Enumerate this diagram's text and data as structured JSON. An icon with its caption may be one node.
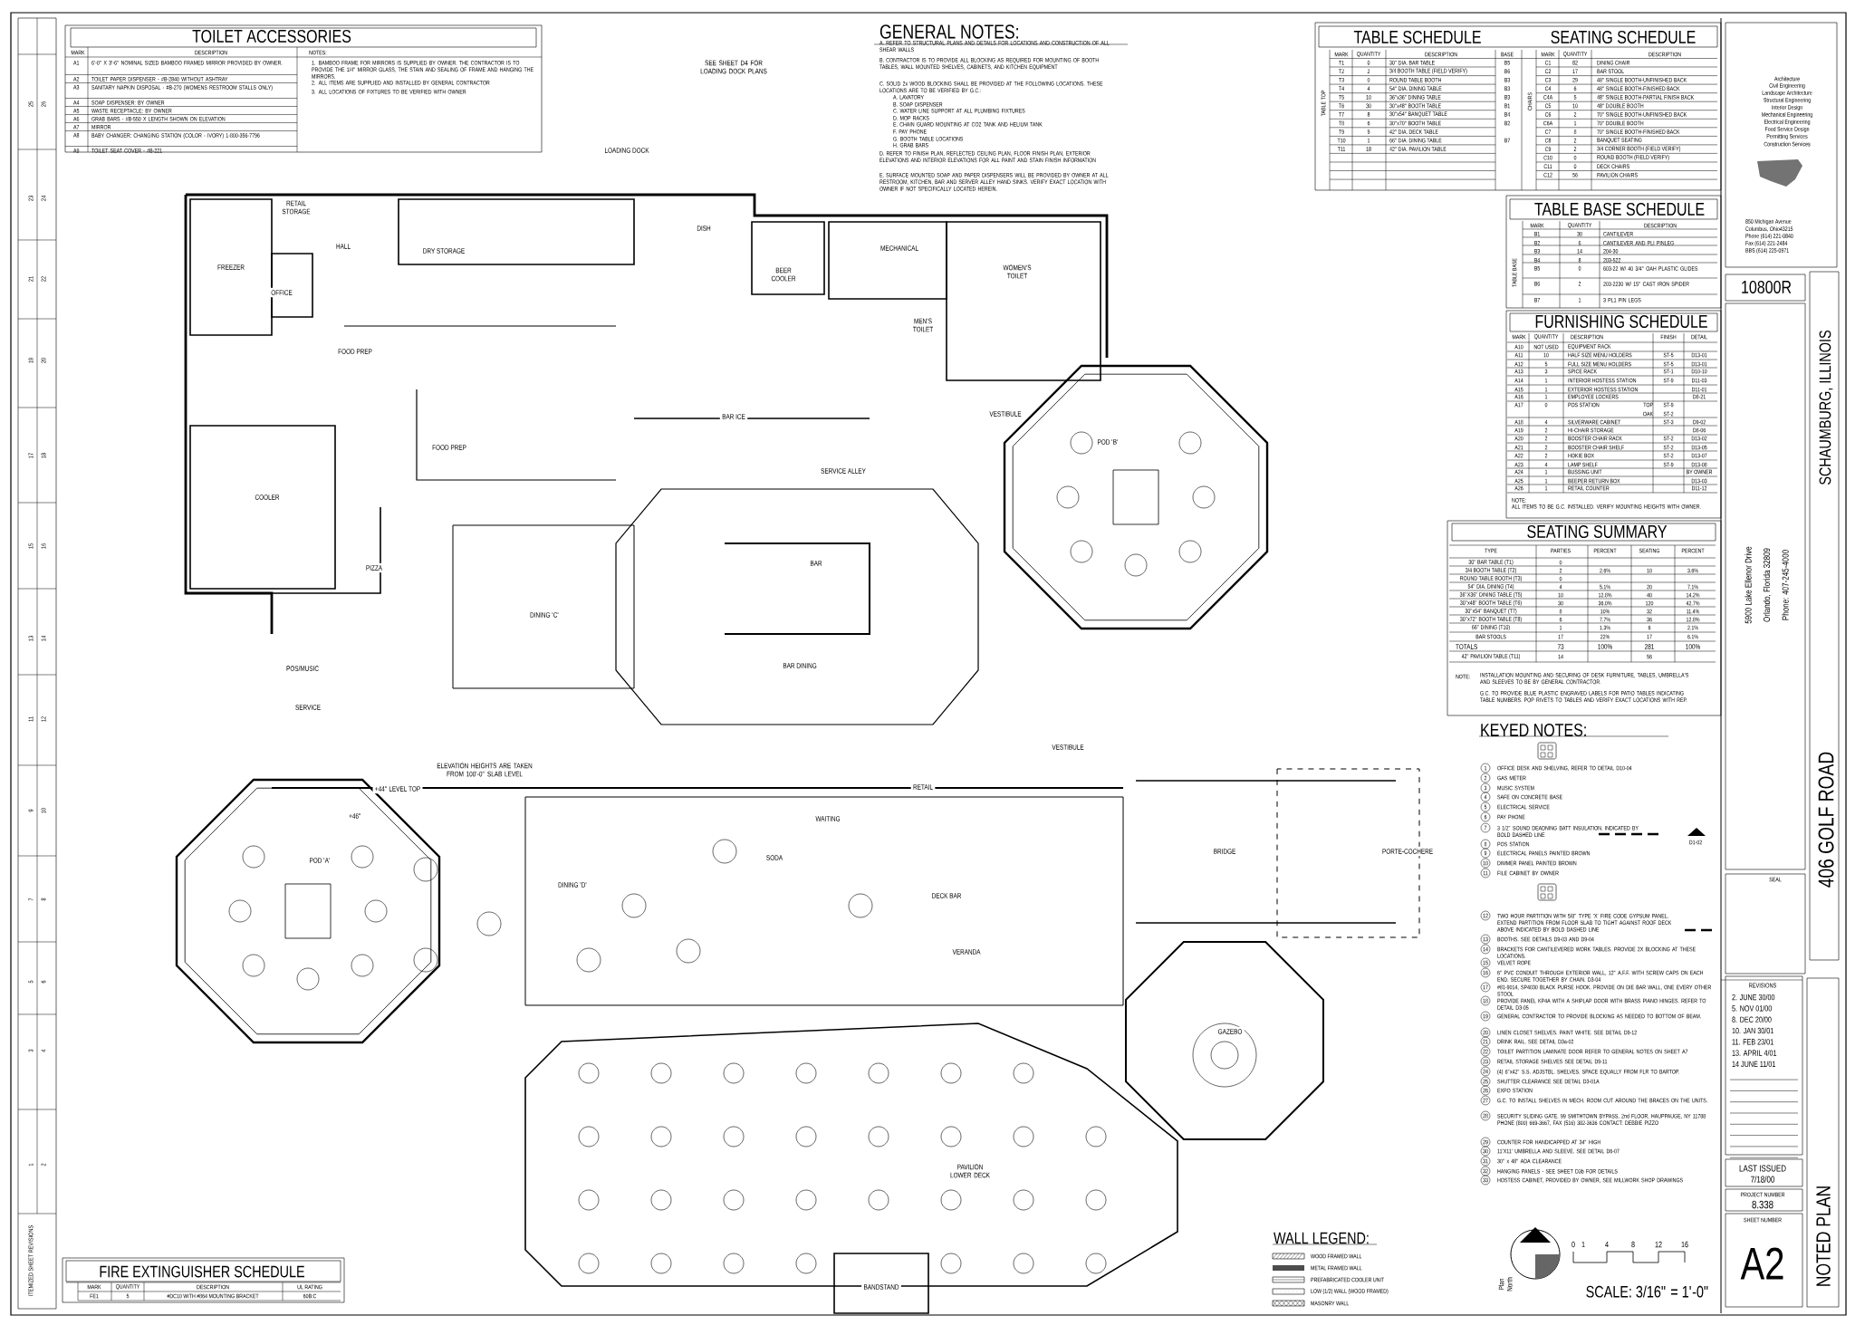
{
  "diagram": {
    "labels": [
      "TOILET ACCESSORIES",
      "MARK",
      "DESCRIPTION",
      "NOTES:",
      "A1",
      "6'-0\" X 3'-6\" NOMINAL SIZED BAMBOO FRAMED MIRROR PROVIDED BY OWNER.",
      "A2",
      "TOILET PAPER DISPENSER - #B-2840 WITHOUT ASHTRAY",
      "A3",
      "SANITARY NAPKIN DISPOSAL - #B-270 (WOMENS RESTROOM STALLS ONLY)",
      "A4",
      "SOAP DISPENSER: BY OWNER",
      "A5",
      "WASTE RECEPTACLE: BY OWNER",
      "A6",
      "GRAB BARS - #B-550 X LENGTH SHOWN ON ELEVATION",
      "A7",
      "MIRROR",
      "A8",
      "BABY CHANGER: CHANGING STATION (COLOR - IVORY) 1-800-356-7796",
      "A9",
      "TOILET SEAT COVER - #B-221",
      "1. BAMBOO FRAME FOR MIRRORS IS SUPPLIED BY OWNER. THE CONTRACTOR IS TO PROVIDE THE 1/4\" MIRROR GLASS, THE STAIN AND SEALING OF FRAME AND HANGING THE MIRRORS.",
      "2. ALL ITEMS ARE SUPPLIED AND INSTALLED BY GENERAL CONTRACTOR",
      "3. ALL LOCATIONS OF FIXTURES TO BE VERIFIED WITH OWNER",
      "GENERAL NOTES:",
      "A. REFER TO STRUCTURAL PLANS AND DETAILS FOR LOCATIONS AND CONSTRUCTION OF ALL SHEAR WALLS",
      "B. CONTRACTOR IS TO PROVIDE ALL BLOCKING AS REQUIRED FOR MOUNTING OF BOOTH TABLES, WALL MOUNTED SHELVES, CABINETS, AND KITCHEN EQUIPMENT",
      "C. SOLID 2x WOOD BLOCKING SHALL BE PROVIDED AT THE FOLLOWING LOCATIONS. THESE LOCATIONS ARE TO BE VERIFIED BY G.C.:",
      "A. LAVATORY",
      "B. SOAP DISPENSER",
      "C. WATER LINE SUPPORT AT ALL PLUMBING FIXTURES",
      "D. MOP RACKS",
      "E. CHAIN GUARD MOUNTING AT CO2 TANK AND HELIUM TANK",
      "F. PAY PHONE",
      "G. BOOTH TABLE LOCATIONS",
      "H. GRAB BARS",
      "D. REFER TO FINISH PLAN, REFLECTED CEILING PLAN, FLOOR FINISH PLAN, EXTERIOR ELEVATIONS AND INTERIOR ELEVATIONS FOR ALL PAINT AND STAIN FINISH INFORMATION",
      "E. SURFACE MOUNTED SOAP AND PAPER DISPENSERS WILL BE PROVIDED BY OWNER AT ALL RESTROOM, KITCHEN, BAR AND SERVER ALLEY HAND SINKS. VERIFY EXACT LOCATION WITH OWNER IF NOT SPECIFICALLY LOCATED HEREIN.",
      "TABLE SCHEDULE",
      "SEATING SCHEDULE",
      "TABLE TOP",
      "MARK",
      "QUANTITY",
      "DESCRIPTION",
      "BASE",
      "T1",
      "0",
      "30\" DIA. BAR TABLE",
      "B5",
      "T2",
      "2",
      "3/4 BOOTH TABLE (FIELD VERIFY)",
      "B6",
      "T3",
      "0",
      "ROUND TABLE BOOTH",
      "B3",
      "T4",
      "4",
      "54\" DIA. DINING TABLE",
      "B3",
      "T5",
      "10",
      "36\"x36\" DINING TABLE",
      "B3",
      "T6",
      "30",
      "30\"x48\" BOOTH TABLE",
      "B1",
      "T7",
      "8",
      "30\"x54\" BANQUET TABLE",
      "B4",
      "T8",
      "6",
      "30\"x70\" BOOTH TABLE",
      "B2",
      "T9",
      "9",
      "42\" DIA. DECK TABLE",
      "T10",
      "1",
      "66\" DIA. DINING TABLE",
      "B7",
      "T11",
      "18",
      "42\" DIA. PAVILION TABLE",
      "CHAIRS",
      "MARK",
      "QUANTITY",
      "DESCRIPTION",
      "C1",
      "82",
      "DINING CHAIR",
      "C2",
      "17",
      "BAR STOOL",
      "C3",
      "29",
      "48\" SINGLE BOOTH-UNFINISHED BACK",
      "C4",
      "6",
      "48\" SINGLE BOOTH-FINISHED BACK",
      "C4A",
      "5",
      "48\" SINGLE BOOTH-PARTIAL FINISH BACK",
      "C5",
      "10",
      "48\" DOUBLE BOOTH",
      "C6",
      "2",
      "70\" SINGLE BOOTH-UNFINISHED BACK",
      "C6A",
      "1",
      "70\" DOUBLE BOOTH",
      "C7",
      "8",
      "70\" SINGLE BOOTH-FINISHED BACK",
      "C8",
      "2",
      "BANQUET SEATING",
      "C9",
      "2",
      "3/4 CORNER BOOTH (FIELD VERIFY)",
      "C10",
      "0",
      "ROUND BOOTH (FIELD VERIFY)",
      "C11",
      "0",
      "DECK CHAIRS",
      "C12",
      "56",
      "PAVILION CHAIRS",
      "TABLE BASE SCHEDULE",
      "TABLE BASE",
      "MARK",
      "QUANTITY",
      "DESCRIPTION",
      "B1",
      "30",
      "CANTILEVER",
      "B2",
      "6",
      "CANTILEVER AND PLI PINLEG",
      "B3",
      "14",
      "204-30",
      "B4",
      "8",
      "203-522",
      "B5",
      "0",
      "603-22 W/ 40 3/4\" OAH PLASTIC GLIDES",
      "B6",
      "2",
      "203-2230 W/ 15\" CAST IRON SPIDER",
      "B7",
      "1",
      "3 PL1 PIN LEGS",
      "FURNISHING SCHEDULE",
      "MARK",
      "QUANTITY",
      "DESCRIPTION",
      "FINISH",
      "DETAIL",
      "A10",
      "NOT USED",
      "EQUIPMENT RACK",
      "A11",
      "10",
      "HALF SIZE MENU HOLDERS",
      "ST-5",
      "D13-01",
      "A12",
      "5",
      "FULL SIZE MENU HOLDERS",
      "ST-5",
      "D13-01",
      "A13",
      "3",
      "SPICE RACK",
      "ST-1",
      "D10-10",
      "A14",
      "1",
      "INTERIOR HOSTESS STATION",
      "ST-9",
      "D11-03",
      "A15",
      "1",
      "EXTERIOR HOSTESS STATION",
      "D11-01",
      "A16",
      "1",
      "EMPLOYEE LOCKERS",
      "D8-21",
      "A17",
      "0",
      "POS STATION",
      "TOP",
      "ST-9",
      "OAK",
      "ST-2",
      "A18",
      "4",
      "SILVERWARE CABINET",
      "ST-3",
      "D9-02",
      "A19",
      "2",
      "HI-CHAIR STORAGE",
      "D8-06",
      "A20",
      "2",
      "BOOSTER CHAIR RACK",
      "ST-2",
      "D13-02",
      "A21",
      "2",
      "BOOSTER CHAIR SHELF",
      "ST-2",
      "D13-05",
      "A22",
      "2",
      "HOKIE BOX",
      "ST-2",
      "D13-07",
      "A23",
      "4",
      "LAMP SHELF",
      "ST-9",
      "D13-08",
      "A24",
      "1",
      "BUSSING UNIT",
      "BY OWNER",
      "A25",
      "1",
      "BEEPER RETURN BOX",
      "D13-03",
      "A26",
      "1",
      "RETAIL COUNTER",
      "D11-12",
      "NOTE:",
      "ALL ITEMS TO BE G.C. INSTALLED. VERIFY MOUNTING HEIGHTS WITH OWNER.",
      "SEATING SUMMARY",
      "TYPE",
      "PARTIES",
      "PERCENT",
      "SEATING",
      "PERCENT",
      "30\" BAR TABLE (T1)",
      "0",
      "3/4 BOOTH TABLE (T2)",
      "2",
      "2.6%",
      "10",
      "3.6%",
      "ROUND TABLE BOOTH (T3)",
      "0",
      "54\" DIA. DINING (T4)",
      "4",
      "5.1%",
      "20",
      "7.1%",
      "36\"X36\" DINING TABLE (T5)",
      "10",
      "12.8%",
      "40",
      "14.2%",
      "30\"x48\" BOOTH TABLE (T6)",
      "30",
      "36.0%",
      "120",
      "42.7%",
      "30\"x54\" BANQUET (T7)",
      "8",
      "10%",
      "32",
      "11.4%",
      "30\"x72\" BOOTH TABLE (T8)",
      "6",
      "7.7%",
      "36",
      "12.8%",
      "66\" DINING (T10)",
      "1",
      "1.3%",
      "6",
      "2.1%",
      "BAR STOOLS",
      "17",
      "22%",
      "17",
      "6.1%",
      "TOTALS",
      "73",
      "100%",
      "281",
      "100%",
      "42\" PAVILION TABLE (T11)",
      "14",
      "56",
      "NOTE:",
      "INSTALLATION MOUNTING AND SECURING OF DESK FURNITURE, TABLES, UMBRELLA'S AND SLEEVES TO BE BY GENERAL CONTRACTOR.",
      "G.C. TO PROVIDE BLUE PLASTIC ENGRAVED LABELS FOR PATIO TABLES INDICATING TABLE NUMBERS. POP RIVETS TO TABLES AND VERIFY EXACT LOCATIONS WITH REP.",
      "KEYED NOTES:",
      "1",
      "OFFICE DESK AND SHELVING, REFER TO DETAIL D10-04",
      "2",
      "GAS METER",
      "3",
      "MUSIC SYSTEM",
      "4",
      "SAFE ON CONCRETE BASE",
      "5",
      "ELECTRICAL SERVICE",
      "6",
      "PAY PHONE",
      "7",
      "3 1/2\" SOUND DEADNING BATT INSULATION. INDICATED BY BOLD DASHED LINE",
      "8",
      "POS STATION",
      "9",
      "ELECTRICAL PANELS PAINTED BROWN",
      "10",
      "DIMMER PANEL PAINTED BROWN",
      "11",
      "FILE CABINET BY OWNER",
      "12",
      "TWO HOUR PARTITION WITH 5/8\" TYPE 'X' FIRE CODE GYPSUM PANEL. EXTEND PARTITION FROM FLOOR SLAB TO TIGHT AGAINST ROOF DECK ABOVE INDICATED BY BOLD DASHED LINE",
      "13",
      "BOOTHS. SEE DETAILS D9-03 AND D9-04",
      "14",
      "BRACKETS FOR CANTILEVERED WORK TABLES. PROVIDE 2X BLOCKING AT THESE LOCATIONS.",
      "15",
      "VELVET ROPE",
      "16",
      "6\" PVC CONDUIT THROUGH EXTERIOR WALL, 12\" A.F.F. WITH SCREW CAPS ON EACH END. SECURE TOGETHER BY CHAIN. D3-04",
      "17",
      "#81-9014, SP4030 BLACK PURSE HOOK. PROVIDE ON DIE BAR WALL, ONE EVERY OTHER STOOL",
      "18",
      "PROVIDE PANEL KP4A WITH A SHIPLAP DOOR WITH BRASS PIANO HINGES. REFER TO DETAIL D3-05",
      "19",
      "GENERAL CONTRACTOR TO PROVIDE BLOCKING AS NEEDED TO BOTTOM OF BEAM.",
      "20",
      "LINEN CLOSET SHELVES. PAINT WHITE. SEE DETAIL D9-12",
      "21",
      "DRINK RAIL. SEE DETAIL D3a-02",
      "22",
      "TOILET PARTITION LAMINATE DOOR REFER TO GENERAL NOTES ON SHEET A7",
      "23",
      "RETAIL STORAGE SHELVES SEE DETAIL D9-11",
      "24",
      "(4) 6\"x42\" S.S. ADJSTBL. SHELVES. SPACE EQUALLY FROM FLR TO BARTOP.",
      "25",
      "SHUTTER CLEARANCE SEE DETAIL D3-01A",
      "26",
      "EXPO STATION",
      "27",
      "G.C. TO INSTALL SHELVES IN MECH. ROOM CUT AROUND THE BRACES ON THE UNITS.",
      "28",
      "SECURITY SLIDING GATE. 99 SMITHTOWN BYPASS, 2nd FLOOR, HAUPPAUGE, NY 11788 PHONE (800) 669-3667, FAX (516) 382-3636 CONTACT: DEBBIE PIZZO",
      "29",
      "COUNTER FOR HANDICAPPED AT 34\" HIGH",
      "30",
      "11'X11' UMBRELLA AND SLEEVE. SEE DETAIL D6-07",
      "31",
      "30\" x 48\" ADA CLEARANCE",
      "32",
      "HANGING PANELS - SEE SHEET D3b FOR DETAILS",
      "33",
      "HOSTESS CABINET, PROVIDED BY OWNER, SEE MILLWORK SHOP DRAWINGS",
      "D1-02",
      "Architecture",
      "Civil Engineering",
      "Landscape Architecture",
      "Structural Engineering",
      "Interior Design",
      "Mechanical Engineering",
      "Electrical Engineering",
      "Food Service Design",
      "Permitting Services",
      "Construction Services",
      "850 Michigan Avenue",
      "Columbus, Ohio43215",
      "Phone (614) 221-0840",
      "Fax (614) 221-2484",
      "BBS (614) 225-0971",
      "10800R",
      "5900 Lake Ellenor Drive",
      "Orlando, Florida 32809",
      "Phone: 407-245-4000",
      "SCHAUMBURG, ILLINOIS",
      "406 GOLF ROAD",
      "SEAL",
      "REVISIONS",
      "2. JUNE 30/00",
      "5. NOV 01/00",
      "8. DEC 20/00",
      "10. JAN 30/01",
      "11. FEB 23/01",
      "13. APRIL 4/01",
      "14 JUNE 11/01",
      "LAST ISSUED",
      "7/18/00",
      "PROJECT NUMBER",
      "8.338",
      "SHEET NUMBER",
      "A2",
      "NOTED PLAN",
      "FREEZER",
      "DRY STORAGE",
      "OFFICE",
      "HALL",
      "RETAIL STORAGE",
      "FOOD PREP",
      "FOOD PREP",
      "COOLER",
      "PIZZA",
      "POS/MUSIC",
      "SERVICE",
      "DISH",
      "BEER COOLER",
      "MECHANICAL",
      "MEN'S TOILET",
      "WOMEN'S TOILET",
      "BAR ICE",
      "SERVICE ALLEY",
      "BAR",
      "BAR DINING",
      "DINING 'C'",
      "POD 'B'",
      "POD 'A'",
      "VESTIBULE",
      "VESTIBULE",
      "WAITING",
      "RETAIL",
      "SODA",
      "DECK BAR",
      "VERANDA",
      "DINING 'D'",
      "BRIDGE",
      "PORTE-COCHERE",
      "GAZEBO",
      "PAVILION LOWER DECK",
      "BANDSTAND",
      "LOADING DOCK",
      "SEE SHEET D4 FOR LOADING DOCK PLANS",
      "ELEVATION HEIGHTS ARE TAKEN FROM 100'-0\" SLAB LEVEL",
      "+44\" LEVEL TOP",
      "+46\"",
      "WALL LEGEND:",
      "0",
      "1",
      "4",
      "8",
      "12",
      "16",
      "SCALE: 3/16\" = 1'-0\"",
      "Plan North",
      "FIRE EXTINGUISHER SCHEDULE",
      "MARK",
      "QUANTITY",
      "DESCRIPTION",
      "UL RATING",
      "FE1",
      "5",
      "#DC10 WITH #864 MOUNTING BRACKET",
      "60B:C",
      "ITEMIZED SHEET REVISIONS",
      "25",
      "26",
      "23",
      "24",
      "21",
      "22",
      "19",
      "20",
      "17",
      "18",
      "15",
      "16",
      "13",
      "14",
      "11",
      "12",
      "9",
      "10",
      "7",
      "8",
      "5",
      "6",
      "3",
      "4",
      "1",
      "2"
    ],
    "legend": [
      {
        "text": "WOOD FRAMED WALL"
      },
      {
        "text": "METAL FRAMED WALL"
      },
      {
        "text": "PREFABRICATED COOLER UNIT"
      },
      {
        "text": "LOW (1/2) WALL (WOOD FRAMED)"
      },
      {
        "text": "MASONRY WALL"
      }
    ]
  }
}
